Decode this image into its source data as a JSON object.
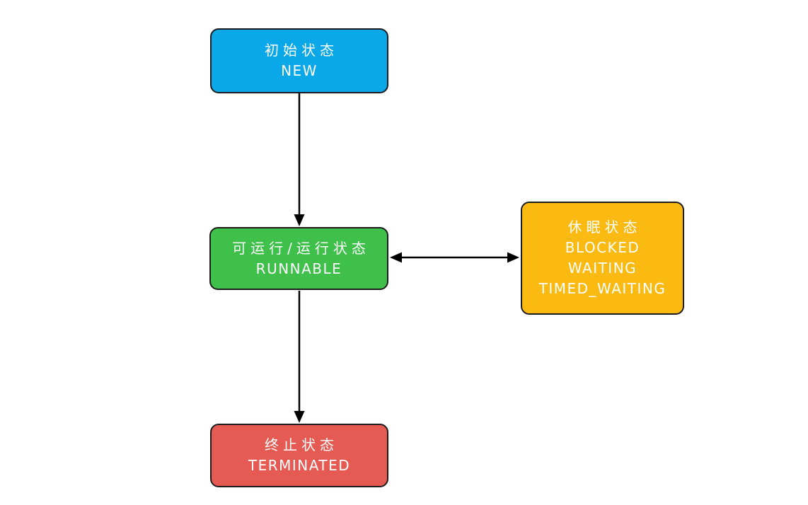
{
  "diagram": {
    "description": "Thread state transition diagram",
    "nodes": {
      "new": {
        "label_zh": "初始状态",
        "label_en": "NEW",
        "color": "#0aa8e9"
      },
      "runnable": {
        "label_zh": "可运行/运行状态",
        "label_en": "RUNNABLE",
        "color": "#3ec04a"
      },
      "sleep": {
        "label_zh": "休眠状态",
        "label_en_1": "BLOCKED",
        "label_en_2": "WAITING",
        "label_en_3": "TIMED_WAITING",
        "color": "#fbba11"
      },
      "terminated": {
        "label_zh": "终止状态",
        "label_en": "TERMINATED",
        "color": "#e55b54"
      }
    },
    "edges": [
      {
        "from": "new",
        "to": "runnable",
        "direction": "one-way-down"
      },
      {
        "from": "runnable",
        "to": "sleep",
        "direction": "two-way-horizontal"
      },
      {
        "from": "runnable",
        "to": "terminated",
        "direction": "one-way-down"
      }
    ],
    "edge_color": "#000000",
    "text_color": "#ffffff",
    "background_color": "#ffffff"
  }
}
